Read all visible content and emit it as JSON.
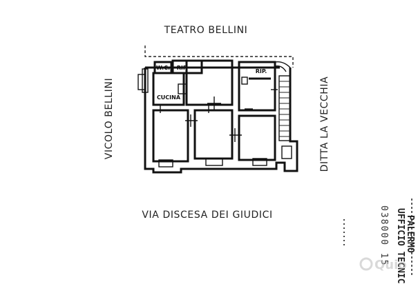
{
  "labels": {
    "north": "TEATRO BELLINI",
    "west": "VICOLO BELLINI",
    "east": "DITTA LA VECCHIA",
    "south": "VIA DISCESA DEI GIUDICI"
  },
  "rooms": {
    "wc": "W.C.",
    "rip_left": "RIP.",
    "rip_right": "RIP.",
    "cucina": "CUCINA"
  },
  "stamp": {
    "line1": "UFFICIO TECNICO",
    "line2": "PALERMO",
    "number": "038000 15"
  },
  "watermark": "Quio"
}
